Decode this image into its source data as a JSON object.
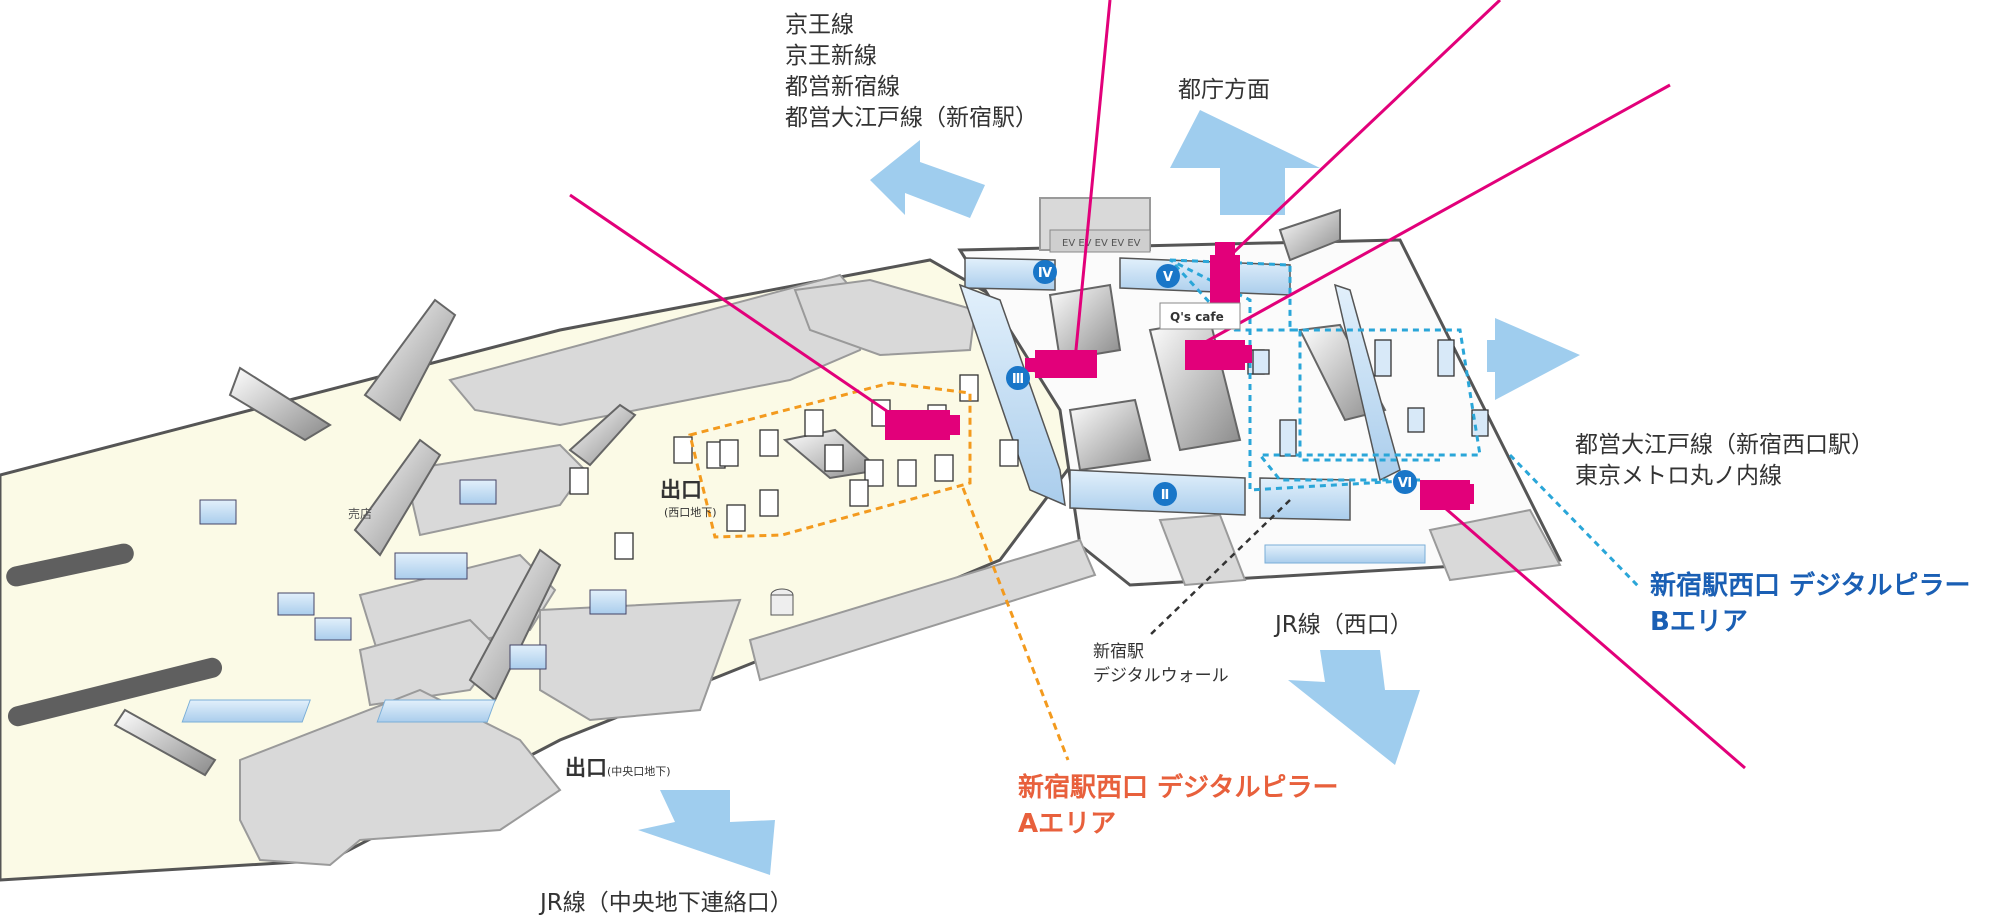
{
  "destinations": {
    "keio_lines": [
      "京王線",
      "京王新線",
      "都営新宿線",
      "都営大江戸線（新宿駅）"
    ],
    "tocho": "都庁方面",
    "oedo_nishiguchi": [
      "都営大江戸線（新宿西口駅）",
      "東京メトロ丸ノ内線"
    ],
    "jr_west": "JR線（西口）",
    "jr_central": "JR線（中央地下連絡口）"
  },
  "exits": {
    "west_main": "出口",
    "west_sub": "(西口地下)",
    "central_main": "出口",
    "central_sub": "(中央口地下)"
  },
  "digital_wall": [
    "新宿駅",
    "デジタルウォール"
  ],
  "area_a": {
    "title": "新宿駅西口 デジタルピラー",
    "sub": "Aエリア",
    "color": "#e8603c"
  },
  "area_b": {
    "title": "新宿駅西口 デジタルピラー",
    "sub": "Bエリア",
    "color": "#1a5fb4"
  },
  "shop_label": "売店",
  "cafe_label": "Q's cafe",
  "elevator_label": "EV",
  "pillar_numbers": [
    "Ⅱ",
    "Ⅲ",
    "Ⅳ",
    "Ⅴ",
    "Ⅵ"
  ],
  "colors": {
    "arrow": "#9fcdee",
    "camera": "#e2007a",
    "area_a_outline": "#f39a1e",
    "area_b_outline": "#2aa6d8",
    "floor": "#fbfae6",
    "structure": "#d7d7d7",
    "pillar_badge": "#1976c8"
  }
}
